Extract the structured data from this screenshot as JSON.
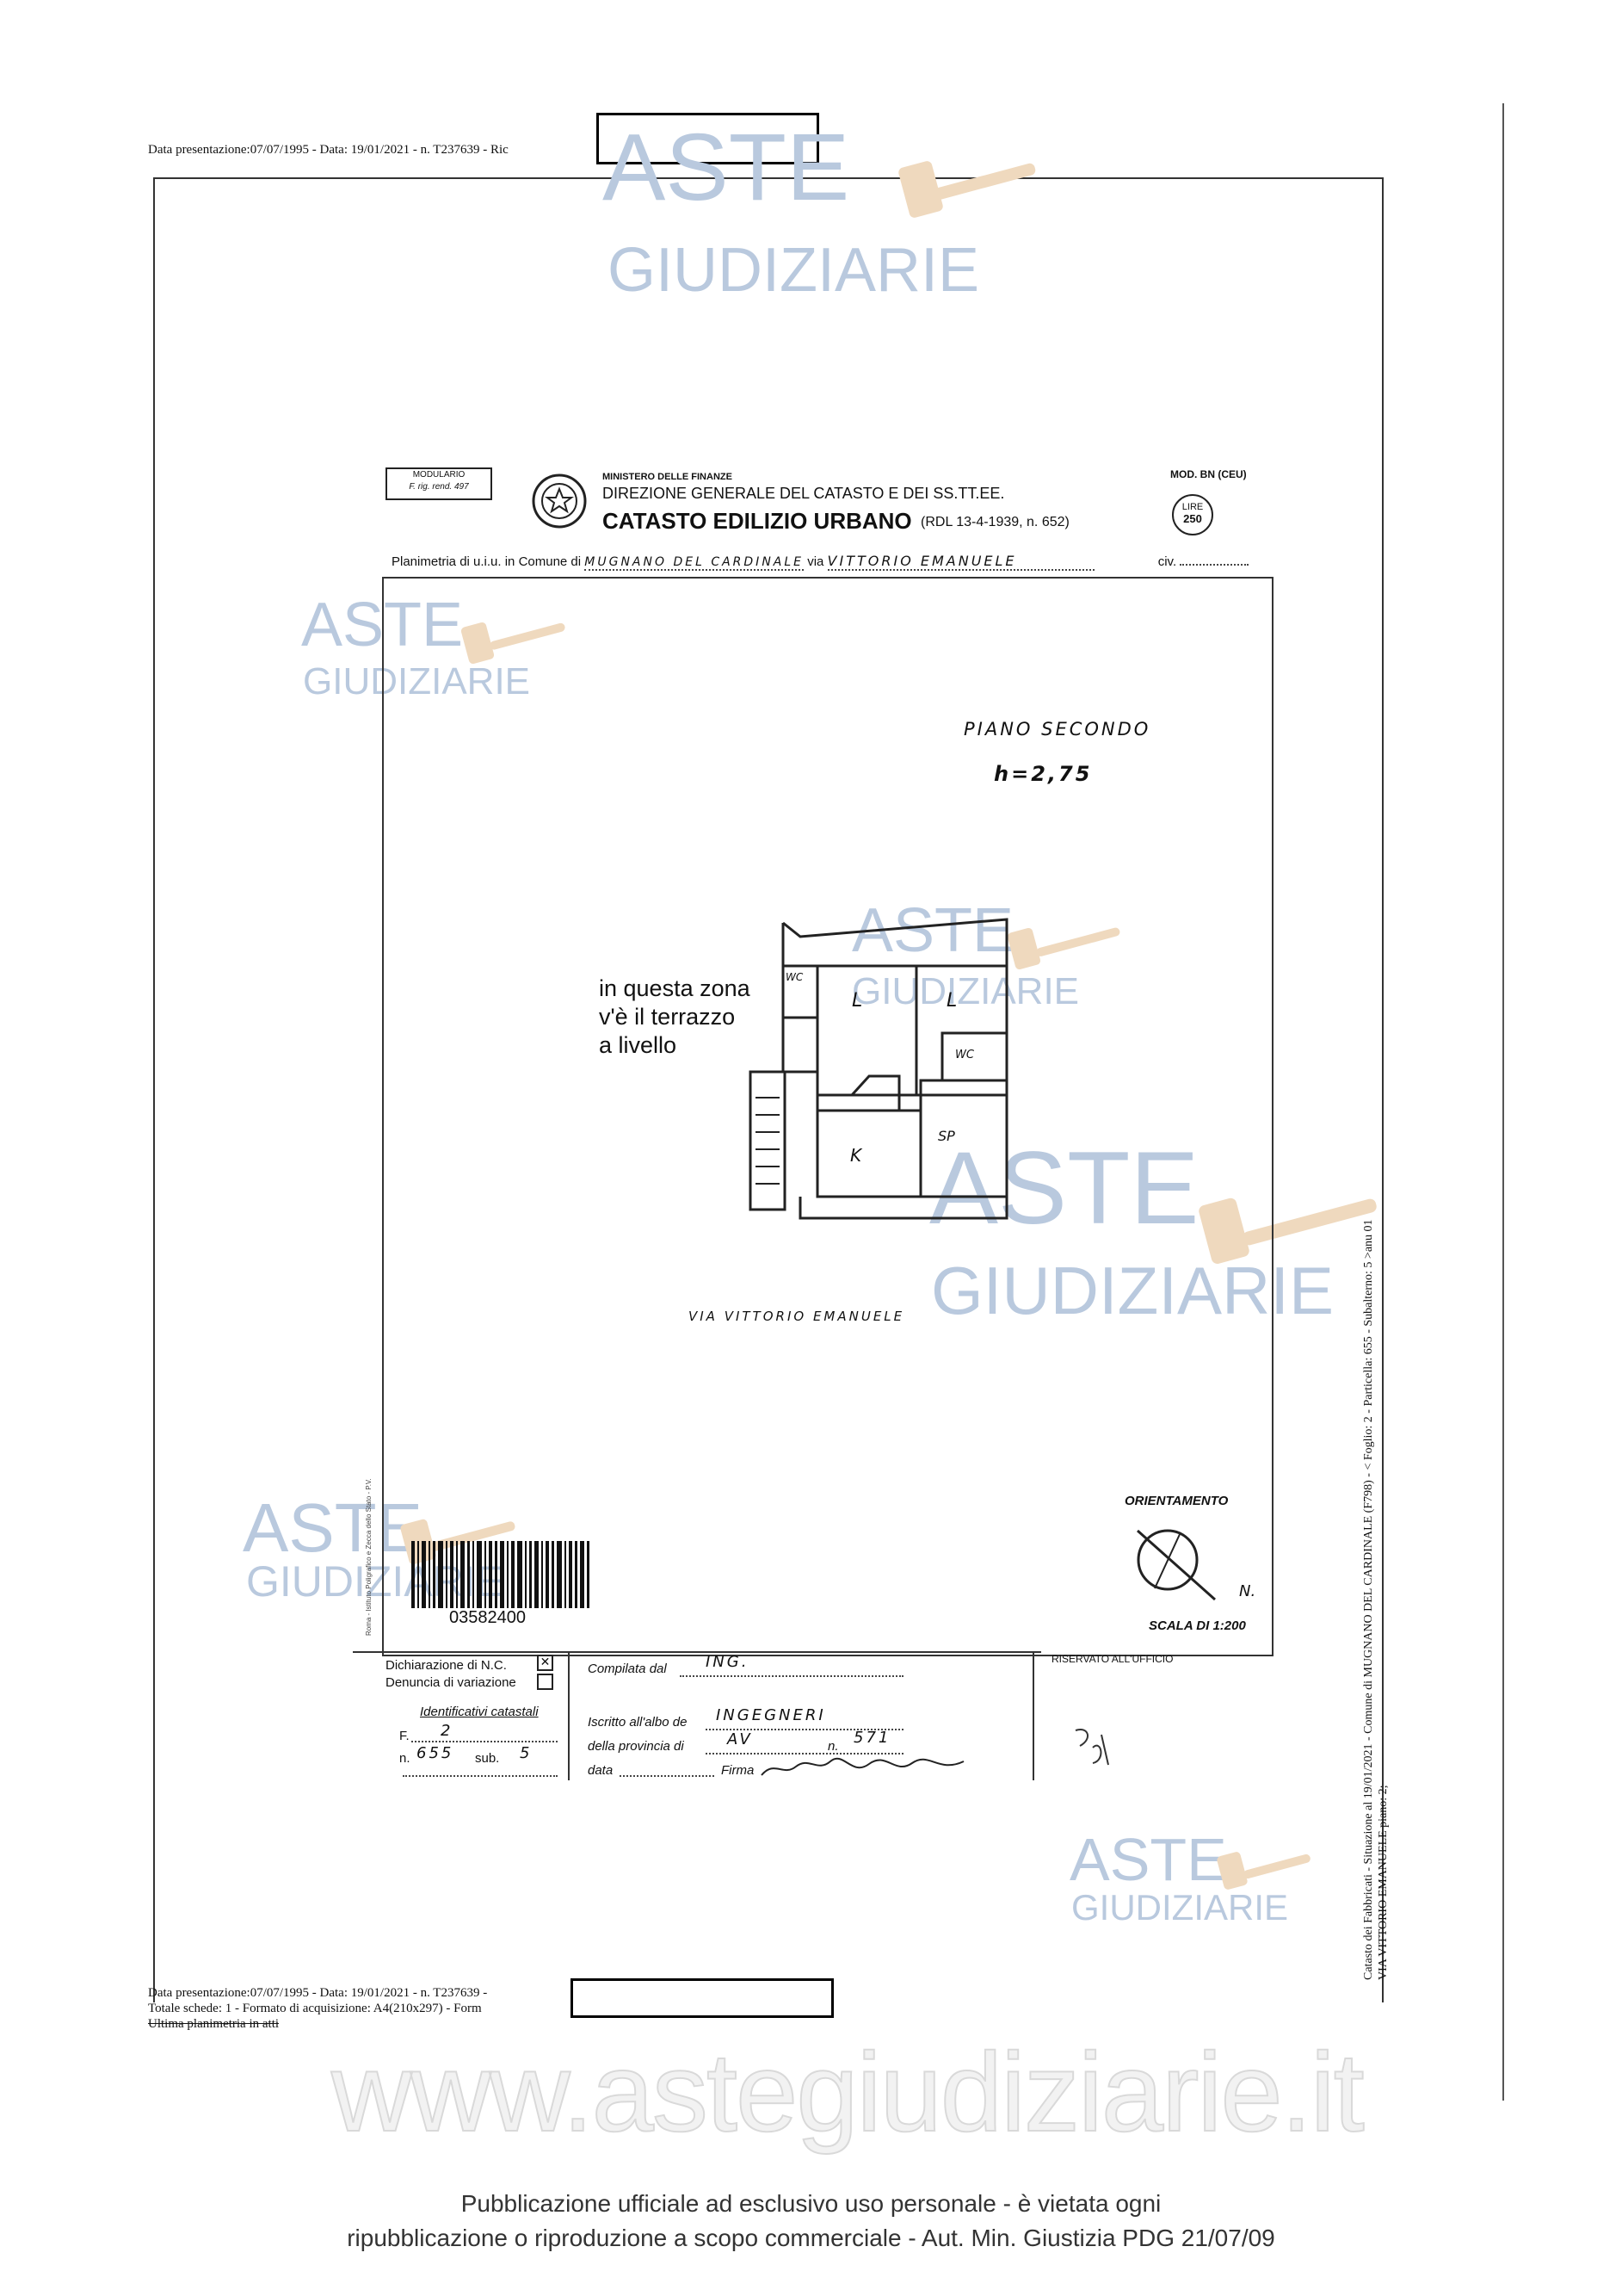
{
  "header_top": {
    "text": "Data presentazione:07/07/1995 - Data: 19/01/2021 - n. T237639 - Ric"
  },
  "footer_meta": {
    "line1": "Data presentazione:07/07/1995 - Data: 19/01/2021 - n. T237639 -",
    "line2": "Totale schede: 1 - Formato di acquisizione: A4(210x297) - Form",
    "line3": "Ultima planimetria in atti"
  },
  "side_text": {
    "line1": "Catasto dei Fabbricati - Situazione al 19/01/2021 - Comune di MUGNANO DEL CARDINALE (F798) - < Foglio: 2 - Particella: 655 - Subalterno: 5 >anu 01",
    "line2": "VIA VITTORIO EMANUELE piano: 2;"
  },
  "watermarks": {
    "aste": "ASTE",
    "giudiziarie": "GIUDIZIARIE",
    "site": "www.astegiudiziarie.it"
  },
  "form_header": {
    "modulario": "MODULARIO",
    "modulario_sub": "F. rig. rend. 497",
    "ministry": "MINISTERO DELLE FINANZE",
    "direzione": "DIREZIONE GENERALE DEL CATASTO E DEI SS.TT.EE.",
    "catasto": "CATASTO EDILIZIO URBANO",
    "rdl": "(RDL 13-4-1939, n. 652)",
    "mod": "MOD. BN (CEU)",
    "lire_label": "LIRE",
    "lire_value": "250",
    "planimetria_label": "Planimetria di u.i.u. in Comune di",
    "comune_value": "MUGNANO DEL CARDINALE",
    "via_label": "via",
    "via_value": "VITTORIO EMANUELE",
    "civ_label": "civ."
  },
  "plan": {
    "piano": "PIANO   SECONDO",
    "altezza": "h=2,75",
    "note_line1": "in questa zona",
    "note_line2": "v'è il terrazzo",
    "note_line3": "a livello",
    "room_wc1": "WC",
    "room_l1": "L",
    "room_l2": "L",
    "room_wc2": "WC",
    "room_k": "K",
    "room_sp": "SP",
    "street": "VIA   VITTORIO   EMANUELE",
    "orientamento": "ORIENTAMENTO",
    "north": "N.",
    "scala": "SCALA DI 1:200",
    "barcode_number": "03582400",
    "printer_text": "Roma - Istituto Poligrafico e Zecca dello Stato - P.V."
  },
  "bottom_form": {
    "dichiarazione": "Dichiarazione di N.C.",
    "denuncia": "Denuncia di variazione",
    "identificativi": "Identificativi catastali",
    "f_label": "F.",
    "f_value": "2",
    "n_label": "n.",
    "n_value": "655",
    "sub_label": "sub.",
    "sub_value": "5",
    "compilata_label": "Compilata dal",
    "compilata_value": "ING.",
    "iscritto_label": "Iscritto all'albo de",
    "iscritto_value": "INGEGNERI",
    "provincia_label": "della provincia di",
    "provincia_value": "AV",
    "n2_label": "n.",
    "n2_value": "571",
    "data_label": "data",
    "firma_label": "Firma",
    "riservato": "RISERVATO ALL'UFFICIO"
  },
  "publication": {
    "line1": "Pubblicazione ufficiale ad esclusivo uso personale - è vietata ogni",
    "line2": "ripubblicazione o riproduzione a scopo commerciale - Aut. Min. Giustizia PDG 21/07/09"
  }
}
